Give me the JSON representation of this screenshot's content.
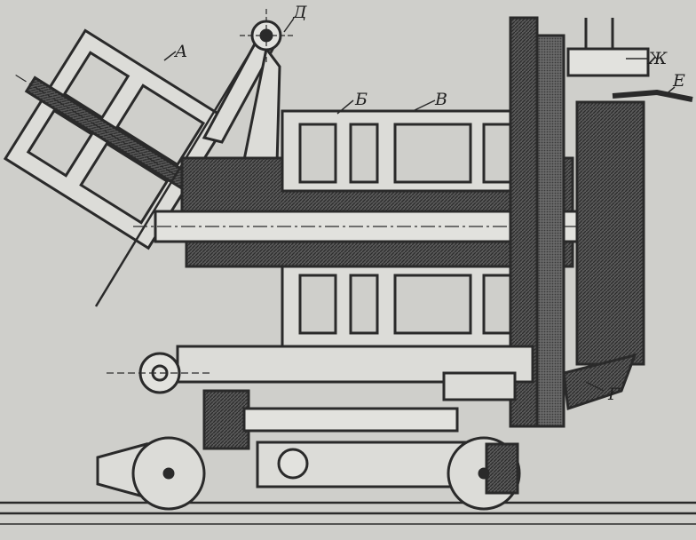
{
  "labels": {
    "a": "А",
    "b": "Б",
    "v": "В",
    "g": "Г",
    "d": "Д",
    "e": "Е",
    "zh": "Ж"
  },
  "colors": {
    "background": "#cfcfcb",
    "ink": "#2a2a2a",
    "hatch": "#4a4a4a",
    "paper_light": "#e2e2de"
  }
}
